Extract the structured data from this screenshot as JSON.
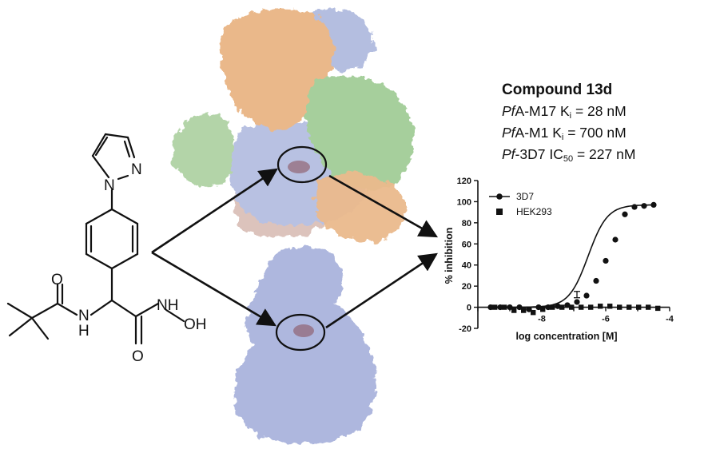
{
  "compound": {
    "title": "Compound 13d",
    "line1": {
      "prefix": "Pf",
      "text": "A-M17 K",
      "sub": "i",
      "value": " = 28 nM"
    },
    "line2": {
      "prefix": "Pf",
      "text": "A-M1 K",
      "sub": "i",
      "value": " = 700 nM"
    },
    "line3": {
      "prefix": "Pf",
      "text": "-3D7 IC",
      "sub": "50",
      "value": " = 227 nM"
    }
  },
  "molecule": {
    "atoms": {
      "n1": "N",
      "n2": "N",
      "nh": "NH",
      "h": "H",
      "oh": "OH",
      "o1": "O",
      "o2": "O"
    }
  },
  "structures": {
    "trimer_colors": [
      "#e9b98a",
      "#b4bee0",
      "#a8cfa0",
      "#d4b8b2"
    ],
    "monomer_color": "#aeb7de",
    "active_site_color": "#8a5560"
  },
  "chart_data": {
    "type": "scatter",
    "xlabel": "log concentration [M]",
    "ylabel": "% inhibition",
    "xlim": [
      -10,
      -4
    ],
    "ylim": [
      -20,
      120
    ],
    "x_ticks": [
      -8,
      -6,
      -4
    ],
    "x_tick_labels": [
      "-8",
      "-6",
      "-4"
    ],
    "y_ticks": [
      -20,
      0,
      20,
      40,
      60,
      80,
      100,
      120
    ],
    "y_tick_labels": [
      "-20",
      "0",
      "20",
      "40",
      "60",
      "80",
      "100",
      "120"
    ],
    "legend_position": "top-left",
    "series": [
      {
        "name": "3D7",
        "marker": "circle",
        "fit": "sigmoid",
        "x": [
          -9.6,
          -9.3,
          -9.0,
          -8.7,
          -8.4,
          -8.1,
          -7.8,
          -7.5,
          -7.2,
          -6.9,
          -6.6,
          -6.3,
          -6.0,
          -5.7,
          -5.4,
          -5.1,
          -4.8,
          -4.5
        ],
        "y": [
          0,
          0,
          0,
          0,
          -2,
          0,
          0,
          1,
          2,
          5,
          11,
          25,
          44,
          64,
          88,
          95,
          96,
          97
        ]
      },
      {
        "name": "HEK293",
        "marker": "square",
        "x": [
          -9.6,
          -9.3,
          -9.0,
          -8.7,
          -8.4,
          -8.1,
          -7.8,
          -7.5,
          -7.2,
          -6.9,
          -6.6,
          -6.3,
          -6.0,
          -5.7,
          -5.4,
          -5.1,
          -4.8,
          -4.5
        ],
        "y": [
          0,
          0,
          -3,
          -3,
          -5,
          -2,
          0,
          0,
          0,
          0,
          0,
          1,
          1,
          0,
          0,
          0,
          0,
          -1
        ]
      }
    ],
    "error_bar": {
      "x": -6.9,
      "y": 12,
      "err": 3
    }
  }
}
